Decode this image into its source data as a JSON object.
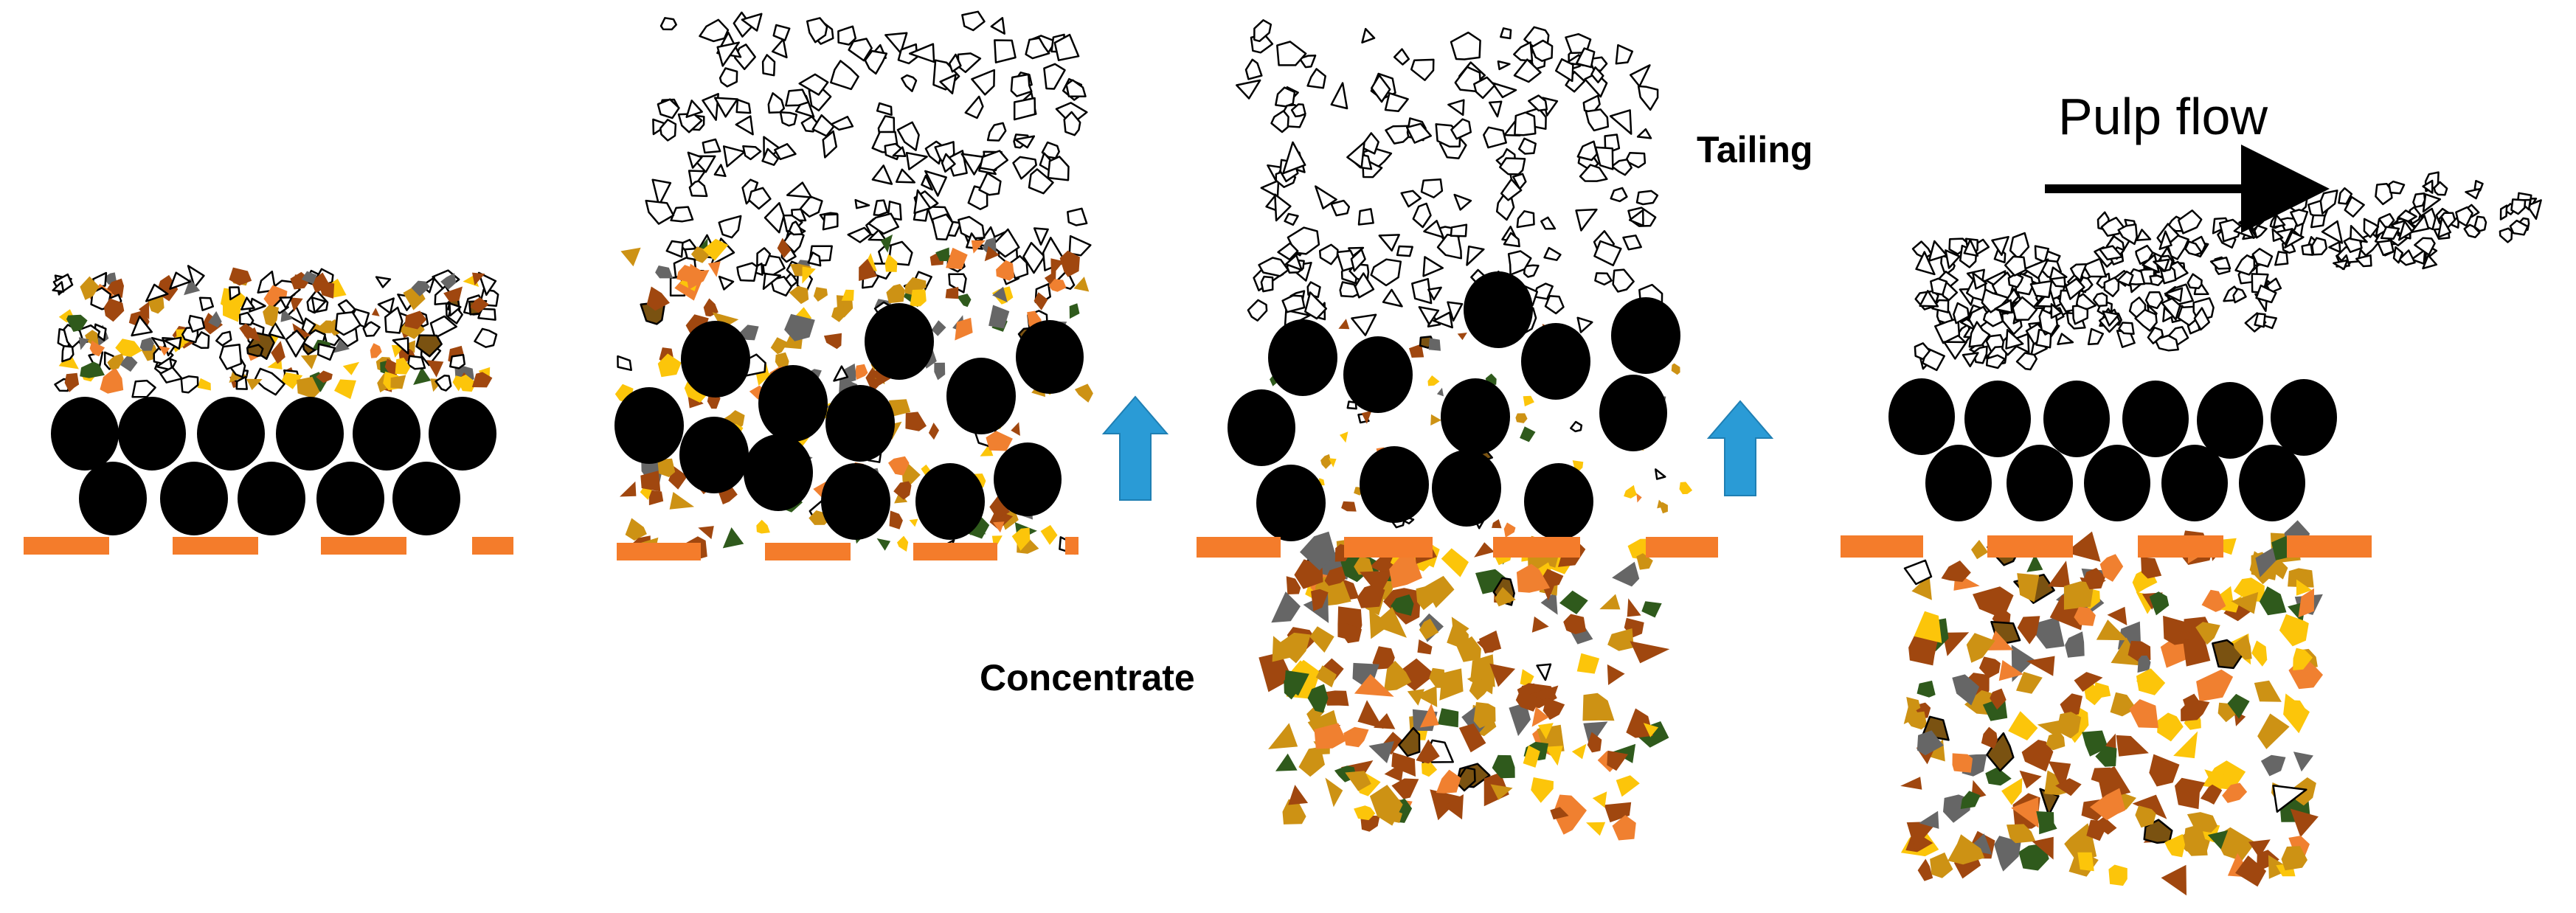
{
  "labels": {
    "tailing": "Tailing",
    "concentrate": "Concentrate",
    "pulp_flow": "Pulp flow"
  },
  "colors": {
    "ball": "#000000",
    "screen_bar": "#f47c2b",
    "arrow_up": "#2a9bd6",
    "arrow_right": "#000000",
    "gangue_outline": "#000000",
    "mineral_palette": [
      "#a0470f",
      "#cd9214",
      "#fcc50a",
      "#2f5a1c",
      "#666666",
      "#f08030",
      "#7a5211",
      "#1a2a40"
    ]
  },
  "panels": [
    "stage-1-bed-at-rest",
    "stage-2-dilation-upstroke",
    "stage-3-separation",
    "stage-4-cross-flow-discharge"
  ]
}
